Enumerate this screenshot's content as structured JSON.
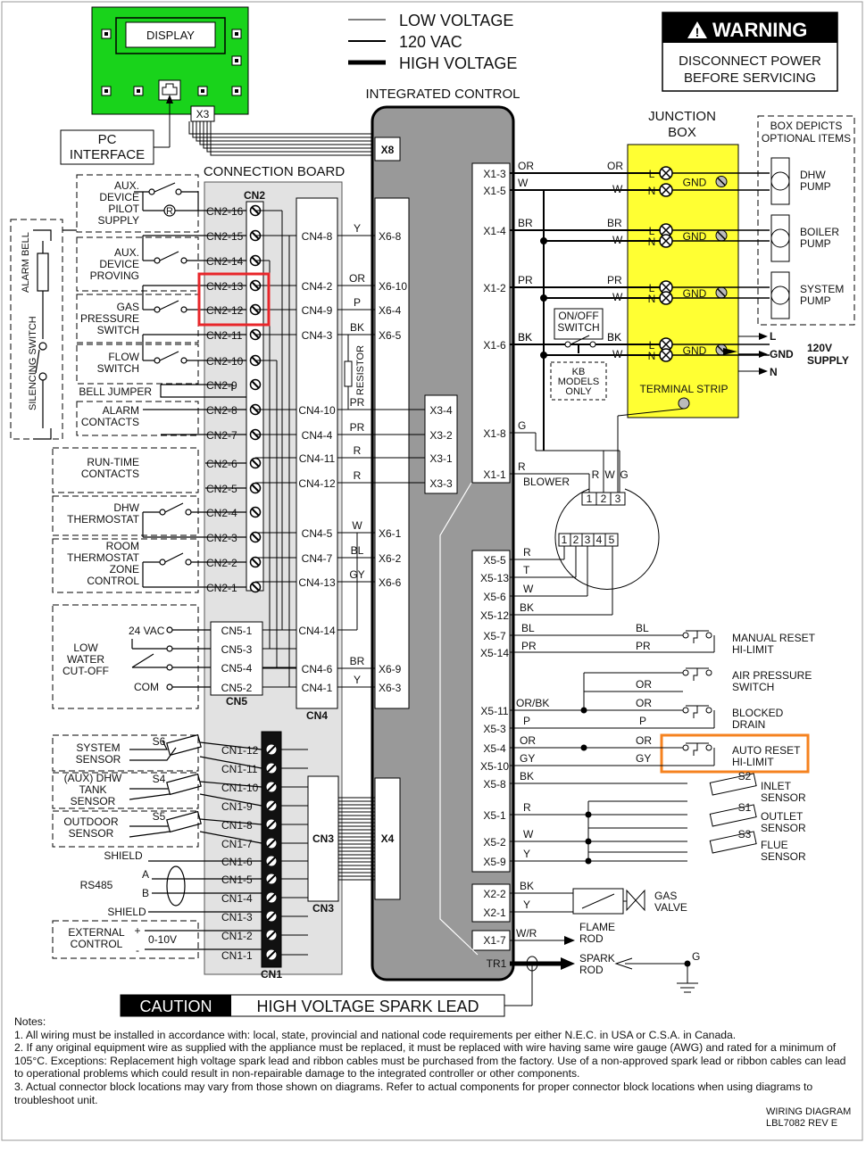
{
  "legend": {
    "low_voltage": "LOW VOLTAGE",
    "vac120": "120 VAC",
    "high_voltage": "HIGH VOLTAGE"
  },
  "warning": {
    "title": "WARNING",
    "line1": "DISCONNECT POWER",
    "line2": "BEFORE SERVICING"
  },
  "display_board": {
    "display": "DISPLAY",
    "x3": "X3",
    "pc_interface_1": "PC",
    "pc_interface_2": "INTERFACE"
  },
  "integrated_control": {
    "title": "INTEGRATED CONTROL",
    "x8": "X8",
    "x4": "X4",
    "tr1": "TR1"
  },
  "connection_board": {
    "title": "CONNECTION BOARD",
    "cn2": "CN2",
    "cn1": "CN1",
    "cn3": "CN3",
    "cn4": "CN4",
    "cn5": "CN5"
  },
  "cn2_pins": [
    "CN2-16",
    "CN2-15",
    "CN2-14",
    "CN2-13",
    "CN2-12",
    "CN2-11",
    "CN2-10",
    "CN2-9",
    "CN2-8",
    "CN2-7",
    "CN2-6",
    "CN2-5",
    "CN2-4",
    "CN2-3",
    "CN2-2",
    "CN2-1"
  ],
  "cn4_pins": [
    "CN4-8",
    "CN4-2",
    "CN4-9",
    "CN4-3",
    "CN4-10",
    "CN4-4",
    "CN4-11",
    "CN4-12",
    "CN4-5",
    "CN4-7",
    "CN4-13",
    "CN4-14",
    "CN4-6",
    "CN4-1"
  ],
  "cn5_pins": [
    "CN5-1",
    "CN5-3",
    "CN5-4",
    "CN5-2"
  ],
  "cn1_pins": [
    "CN1-12",
    "CN1-11",
    "CN1-10",
    "CN1-9",
    "CN1-8",
    "CN1-7",
    "CN1-6",
    "CN1-5",
    "CN1-4",
    "CN1-3",
    "CN1-2",
    "CN1-1"
  ],
  "x6_pins": [
    "X6-8",
    "X6-10",
    "X6-4",
    "X6-5",
    "X6-1",
    "X6-2",
    "X6-6",
    "X6-9",
    "X6-3"
  ],
  "x3_pins": [
    "X3-4",
    "X3-2",
    "X3-1",
    "X3-3"
  ],
  "x1_pins": [
    "X1-3",
    "X1-5",
    "X1-4",
    "X1-2",
    "X1-6",
    "X1-8",
    "X1-1"
  ],
  "x5_pins": [
    "X5-5",
    "X5-13",
    "X5-6",
    "X5-12",
    "X5-7",
    "X5-14",
    "X5-11",
    "X5-3",
    "X5-4",
    "X5-10",
    "X5-8",
    "X5-1",
    "X5-2",
    "X5-9"
  ],
  "x2_pins": [
    "X2-2",
    "X2-1"
  ],
  "x17": "X1-7",
  "wire_colors": {
    "y": "Y",
    "or": "OR",
    "p": "P",
    "bk": "BK",
    "pr": "PR",
    "r": "R",
    "w": "W",
    "bl": "BL",
    "gy": "GY",
    "br": "BR",
    "g": "G",
    "t": "T",
    "orbk": "OR/BK",
    "wr": "W/R"
  },
  "resistor": "RESISTOR",
  "left_devices": {
    "aux_pilot": "AUX.\nDEVICE\nPILOT\nSUPPLY",
    "r_symbol": "R",
    "aux_proving": "AUX.\nDEVICE\nPROVING",
    "gas_pressure": "GAS\nPRESSURE\nSWITCH",
    "flow_switch": "FLOW\nSWITCH",
    "bell_jumper": "BELL JUMPER",
    "alarm_contacts": "ALARM\nCONTACTS",
    "run_time": "RUN-TIME\nCONTACTS",
    "dhw_thermostat": "DHW\nTHERMOSTAT",
    "room_thermostat": "ROOM\nTHERMOSTAT\nZONE\nCONTROL",
    "alarm_bell": "ALARM BELL",
    "silencing_switch": "SILENCING SWITCH",
    "lwco": "LOW\nWATER\nCUT-OFF",
    "vac24": "24 VAC",
    "com": "COM",
    "system_sensor": "SYSTEM\nSENSOR",
    "s6": "S6",
    "dhw_tank": "(AUX) DHW\nTANK\nSENSOR",
    "s4": "S4",
    "outdoor": "OUTDOOR\nSENSOR",
    "s5": "S5",
    "shield1": "SHIELD",
    "a": "A",
    "rs485": "RS485",
    "b": "B",
    "shield2": "SHIELD",
    "external": "EXTERNAL\nCONTROL",
    "plus": "+",
    "minus": "-",
    "volt": "0-10V"
  },
  "junction": {
    "title1": "JUNCTION",
    "title2": "BOX",
    "l": "L",
    "n": "N",
    "gnd": "GND",
    "terminal_strip": "TERMINAL STRIP",
    "box_depicts1": "BOX DEPICTS",
    "box_depicts2": "OPTIONAL ITEMS",
    "dhw_pump": "DHW\nPUMP",
    "boiler_pump": "BOILER\nPUMP",
    "system_pump": "SYSTEM\nPUMP",
    "supply_l": "L",
    "supply_gnd": "GND",
    "supply_n": "N",
    "supply": "120V\nSUPPLY"
  },
  "onoff": {
    "label": "ON/OFF\nSWITCH",
    "kb": "KB\nMODELS\nONLY"
  },
  "blower": {
    "label": "BLOWER",
    "pins3": [
      "1",
      "2",
      "3"
    ],
    "pins5": [
      "1",
      "2",
      "3",
      "4",
      "5"
    ],
    "r": "R",
    "w": "W",
    "g": "G"
  },
  "right_devices": {
    "manual_reset": "MANUAL RESET\nHI-LIMIT",
    "air_pressure": "AIR PRESSURE\nSWITCH",
    "blocked_drain": "BLOCKED\nDRAIN",
    "auto_reset": "AUTO RESET\nHI-LIMIT",
    "inlet": "INLET\nSENSOR",
    "s2": "S2",
    "outlet": "OUTLET\nSENSOR",
    "s1": "S1",
    "flue": "FLUE\nSENSOR",
    "s3": "S3",
    "gas_valve": "GAS\nVALVE",
    "flame_rod": "FLAME\nROD",
    "spark_rod": "SPARK\nROD",
    "g": "G"
  },
  "caution": {
    "label": "CAUTION",
    "text": "HIGH VOLTAGE SPARK LEAD"
  },
  "highlight_colors": {
    "red": "#e8262a",
    "orange": "#f5821f",
    "green": "#19d31b",
    "yellow": "#ffff33"
  },
  "notes": {
    "title": "Notes:",
    "n1": "1. All wiring must be installed in accordance with:  local, state, provincial and national code requirements per either N.E.C. in USA or C.S.A. in Canada.",
    "n2": "2. If any original equipment wire as supplied with the appliance must be replaced, it must be replaced with wire having same wire gauge (AWG) and rated for a minimum of 105°C.  Exceptions:  Replacement high voltage spark lead and ribbon cables must be purchased from the factory.  Use of a non-approved spark lead or ribbon cables can lead to operational problems which could result in non-repairable damage to the integrated controller or other components.",
    "n3": "3. Actual connector block locations may vary from those shown on diagrams.  Refer to actual components for proper connector block locations when using diagrams to troubleshoot unit."
  },
  "footer": {
    "line1": "WIRING DIAGRAM",
    "line2": "LBL7082 REV E"
  }
}
